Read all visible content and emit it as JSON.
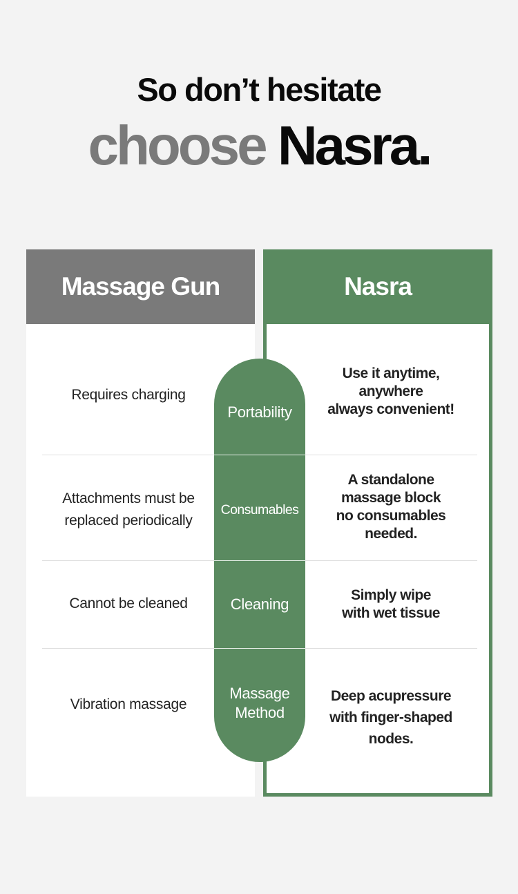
{
  "headline": {
    "line1": "So don’t hesitate",
    "line2_muted": "choose",
    "line2_strong": "Nasra."
  },
  "colors": {
    "background": "#f3f3f3",
    "competitor": "#7a7a7a",
    "brand": "#5a8a60"
  },
  "comparison": {
    "left_header": "Massage Gun",
    "right_header": "Nasra",
    "rows": [
      {
        "category": [
          "Portability"
        ],
        "massage_gun": [
          "Requires charging"
        ],
        "nasra": [
          "Use it anytime,",
          "anywhere",
          "always convenient!"
        ]
      },
      {
        "category": [
          "Consumables"
        ],
        "massage_gun": [
          "Attachments must be",
          "replaced periodically"
        ],
        "nasra": [
          "A standalone",
          "massage block",
          "no consumables",
          "needed."
        ]
      },
      {
        "category": [
          "Cleaning"
        ],
        "massage_gun": [
          "Cannot be cleaned"
        ],
        "nasra": [
          "Simply wipe",
          "with wet tissue"
        ]
      },
      {
        "category": [
          "Massage",
          "Method"
        ],
        "massage_gun": [
          "Vibration massage"
        ],
        "nasra": [
          "Deep acupressure",
          "with finger-shaped",
          "nodes."
        ]
      }
    ]
  }
}
